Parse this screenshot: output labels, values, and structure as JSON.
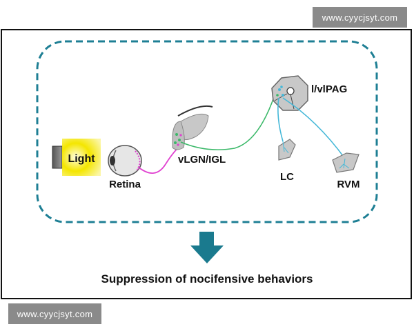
{
  "watermark": {
    "top": "www.cyycjsyt.com",
    "bottom": "www.cyycjsyt.com"
  },
  "diagram": {
    "stimulus": "Light",
    "nodes": {
      "retina": "Retina",
      "vlgn": "vLGN/IGL",
      "pag": "l/vlPAG",
      "lc": "LC",
      "rvm": "RVM"
    },
    "outcome": "Suppression of nocifensive behaviors"
  },
  "colors": {
    "frame_dash": "#1e7f94",
    "arrow": "#1a7a8e",
    "retina_pathway": "#e040d0",
    "vlgn_pathway": "#3cb96a",
    "pag_pathway": "#45b8d8",
    "light_box": "#f4e600",
    "region_fill": "#c8c8c8"
  }
}
